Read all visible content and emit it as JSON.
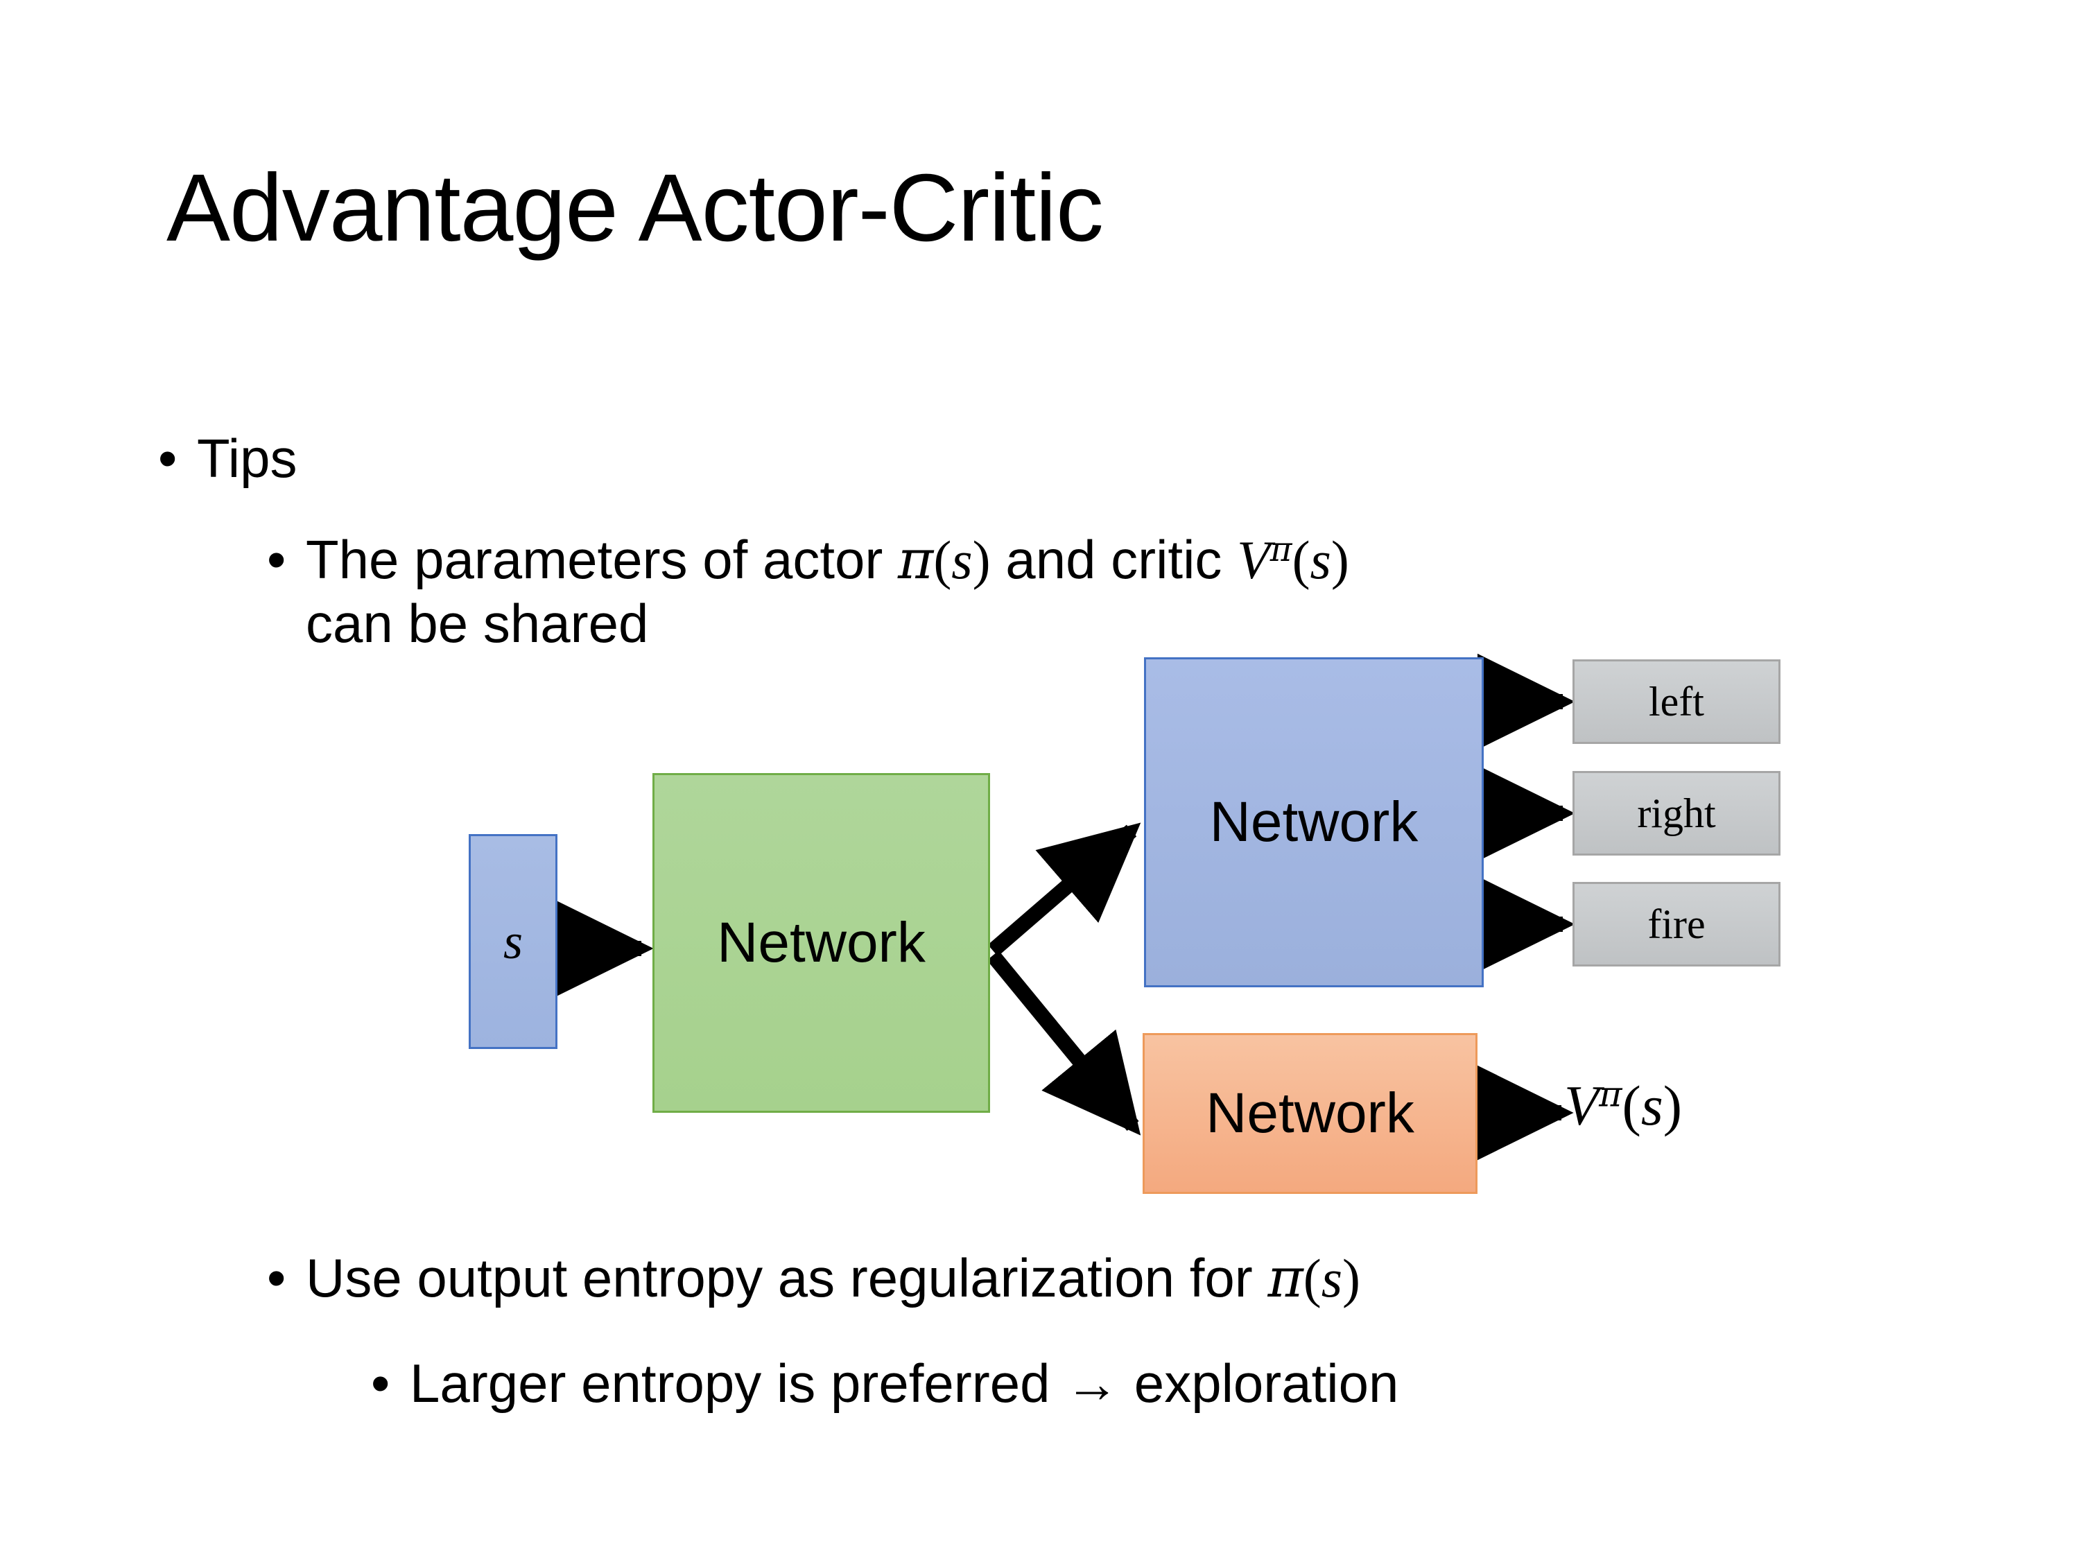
{
  "slide": {
    "title": "Advantage Actor-Critic",
    "background_color": "#FFFFFF",
    "text_color": "#000000"
  },
  "bullets": {
    "tips": {
      "marker": "•",
      "text": "Tips"
    },
    "shared": {
      "marker": "•",
      "line1_prefix": "The parameters of actor ",
      "pi": "π",
      "paren_open": "(",
      "s": "s",
      "paren_close": ")",
      "mid": "  and critic ",
      "v": "V",
      "sup_pi": "π",
      "line2": "can be shared",
      "full_text": "The parameters of actor π(s)  and critic Vπ(s) can be shared"
    },
    "entropy": {
      "marker": "•",
      "text_prefix": "Use output entropy as regularization for ",
      "pi": "π",
      "paren_open": "(",
      "s": "s",
      "paren_close": ")",
      "full_text": "Use output entropy as regularization for π(s)"
    },
    "larger": {
      "marker": "•",
      "text": "Larger entropy is preferred → exploration"
    }
  },
  "diagram": {
    "input_node": {
      "label": "s",
      "fill": "#9DB3DF",
      "border": "#4472C4"
    },
    "shared_network": {
      "label": "Network",
      "fill": "#A6D18D",
      "border": "#70AD47"
    },
    "actor_network": {
      "label": "Network",
      "fill": "#9BB0DC",
      "border": "#4472C4"
    },
    "critic_network": {
      "label": "Network",
      "fill": "#F4A97F",
      "border": "#ED9A5B"
    },
    "action_outputs": [
      {
        "label": "left",
        "fill": "#C6C9CB",
        "border": "#A6A6A6"
      },
      {
        "label": "right",
        "fill": "#C6C9CB",
        "border": "#A6A6A6"
      },
      {
        "label": "fire",
        "fill": "#C6C9CB",
        "border": "#A6A6A6"
      }
    ],
    "value_output": {
      "v": "V",
      "sup_pi": "π",
      "paren_open": "(",
      "s": "s",
      "paren_close": ")",
      "full_text": "Vπ(s)"
    },
    "arrow_color": "#000000"
  }
}
